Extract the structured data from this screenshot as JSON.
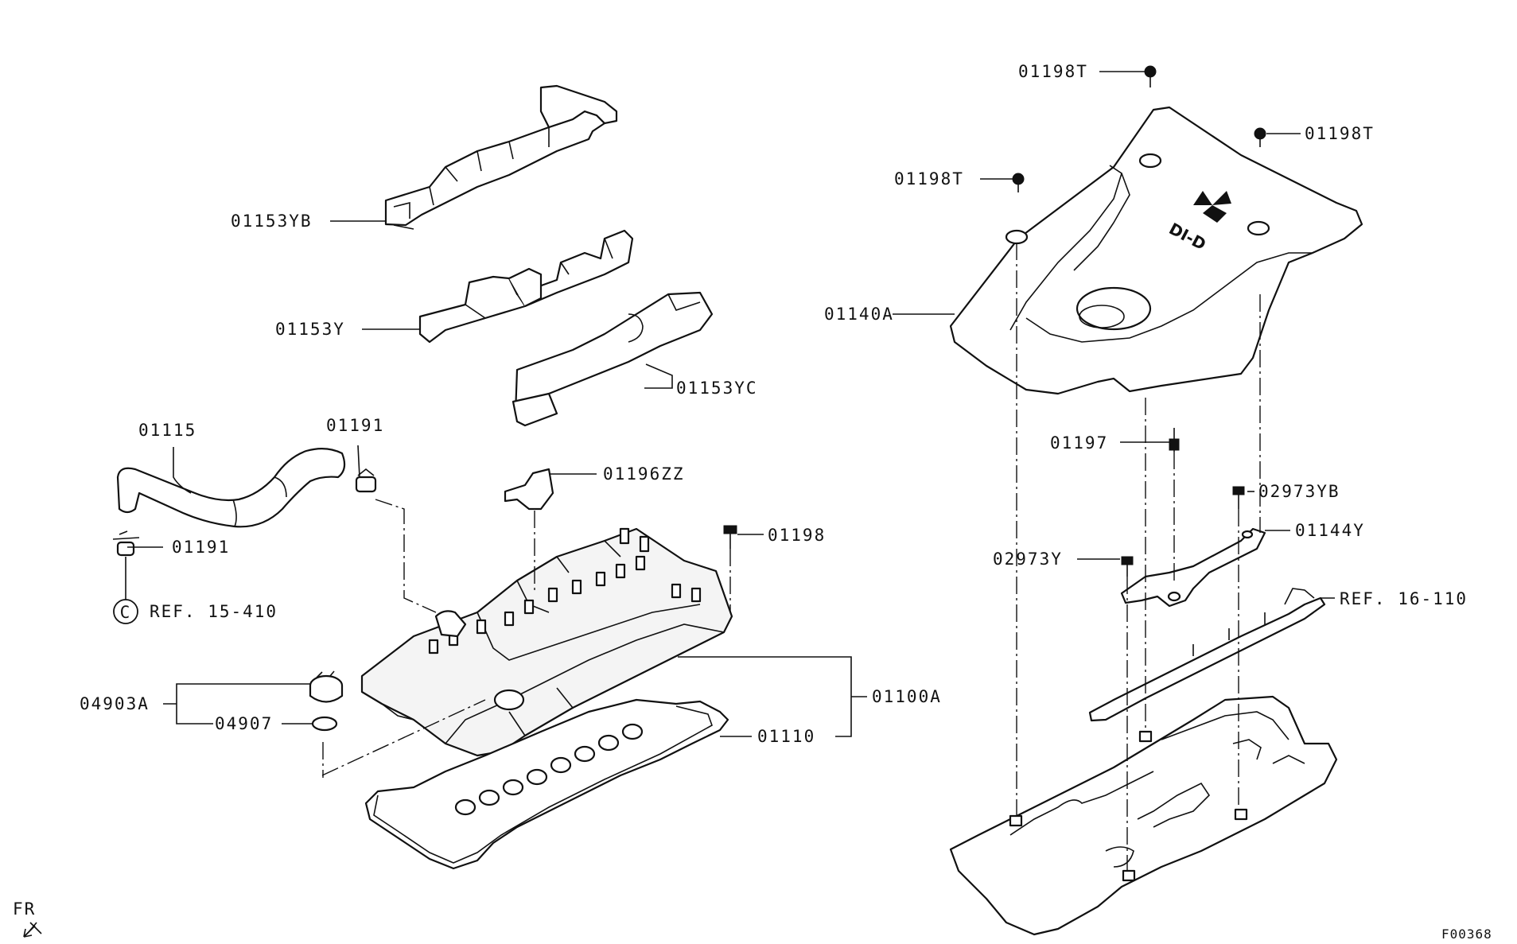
{
  "labels": {
    "p01153YB": "01153YB",
    "p01153Y": "01153Y",
    "p01153YC": "01153YC",
    "p01115": "01115",
    "p01191_top": "01191",
    "p01191_left": "01191",
    "p01196ZZ": "01196ZZ",
    "p01198": "01198",
    "ref15": "REF. 15-410",
    "ref15_circle": "C",
    "p04903A": "04903A",
    "p04907": "04907",
    "p01100A": "01100A",
    "p01110": "01110",
    "p01198T_top": "01198T",
    "p01198T_right": "01198T",
    "p01198T_left": "01198T",
    "p01140A": "01140A",
    "p01197": "01197",
    "p02973YB": "02973YB",
    "p01144Y": "01144Y",
    "p02973Y": "02973Y",
    "ref16": "REF. 16-110",
    "logo_text": "DI-D",
    "fr": "FR",
    "figure_id": "F00368"
  },
  "colors": {
    "ink": "#111111",
    "background": "#ffffff"
  }
}
